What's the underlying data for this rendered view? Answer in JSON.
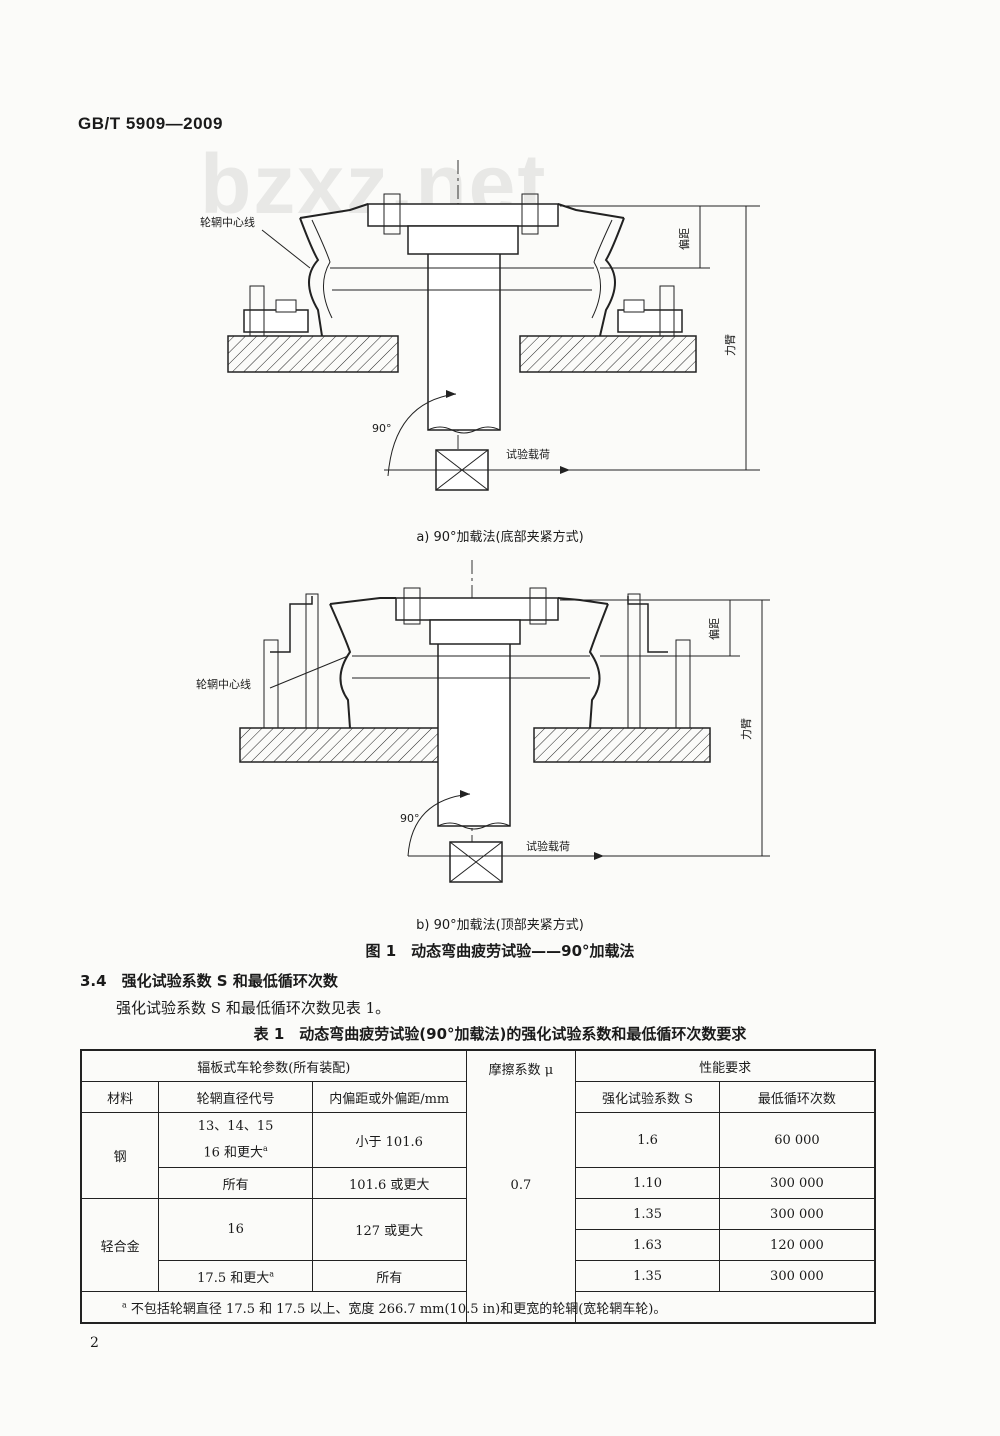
{
  "header": {
    "standard_code": "GB/T 5909—2009",
    "watermark": "bzxz.net"
  },
  "figure": {
    "a": {
      "rim_centerline_label": "轮辋中心线",
      "offset_label": "偏距",
      "moment_arm_label": "力臂",
      "angle_label": "90°",
      "load_label": "试验载荷",
      "caption": "a) 90°加载法(底部夹紧方式)"
    },
    "b": {
      "rim_centerline_label": "轮辋中心线",
      "offset_label": "偏距",
      "moment_arm_label": "力臂",
      "angle_label": "90°",
      "load_label": "试验载荷",
      "caption": "b) 90°加载法(顶部夹紧方式)"
    },
    "title": "图 1　动态弯曲疲劳试验——90°加载法"
  },
  "section": {
    "heading": "3.4　强化试验系数 S 和最低循环次数",
    "body": "强化试验系数 S 和最低循环次数见表 1。"
  },
  "table": {
    "title": "表 1　动态弯曲疲劳试验(90°加载法)的强化试验系数和最低循环次数要求",
    "header_group1": "辐板式车轮参数(所有装配)",
    "header_friction": "摩擦系数 μ",
    "header_performance": "性能要求",
    "col_material": "材料",
    "col_rim_code": "轮辋直径代号",
    "col_offset": "内偏距或外偏距/mm",
    "col_factor": "强化试验系数 S",
    "col_cycles": "最低循环次数",
    "friction_value": "0.7",
    "steel": {
      "material": "钢",
      "row1_code_line1": "13、14、15",
      "row1_code_line2": "16 和更大",
      "row1_offset": "小于 101.6",
      "row1_factor": "1.6",
      "row1_cycles": "60 000",
      "row2_code": "所有",
      "row2_offset": "101.6 或更大",
      "row2_factor": "1.10",
      "row2_cycles": "300 000"
    },
    "alloy": {
      "material": "轻合金",
      "row1_code": "16",
      "row1_offset": "127 或更大",
      "row1_factor_a": "1.35",
      "row1_cycles_a": "300 000",
      "row1_factor_b": "1.63",
      "row1_cycles_b": "120 000",
      "row2_code": "17.5 和更大",
      "row2_offset": "所有",
      "row2_factor": "1.35",
      "row2_cycles": "300 000"
    },
    "footnote_mark": "a",
    "footnote": "不包括轮辋直径 17.5 和 17.5 以上、宽度 266.7 mm(10.5 in)和更宽的轮辋(宽轮辋车轮)。"
  },
  "page_number": "2"
}
